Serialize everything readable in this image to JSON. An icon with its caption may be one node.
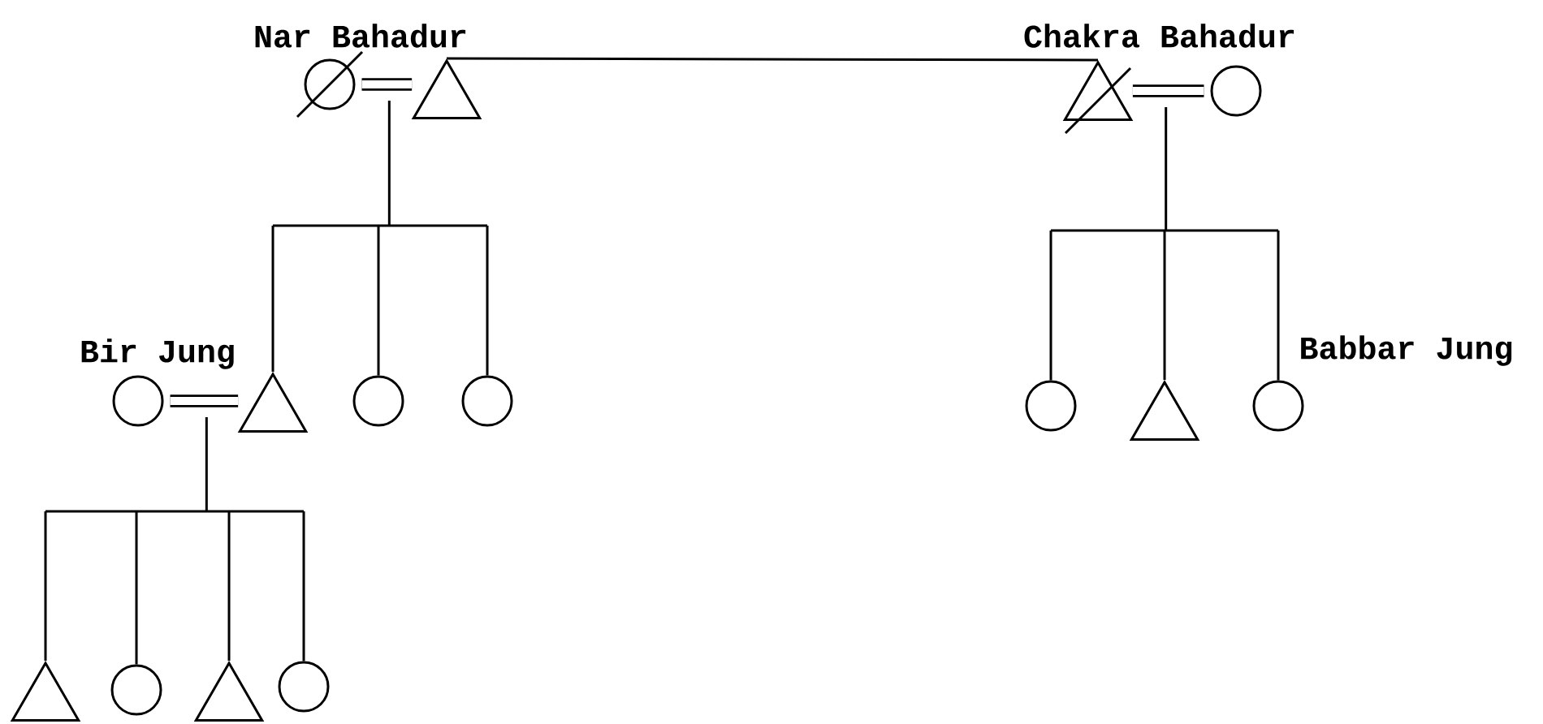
{
  "diagram": {
    "nodes": [
      {
        "text": [],
        "shape": "circle"
      },
      {
        "text": [
          "Nar Bahadur"
        ]
      },
      {
        "text": [
          "Chakra Bahadur"
        ]
      },
      {
        "text": [],
        "shape": "circle"
      },
      {
        "text": [],
        "shape": "circle"
      },
      {
        "text": [
          "Bir Jung"
        ]
      },
      {
        "text": [],
        "shape": "circle"
      },
      {
        "text": [],
        "shape": "circle"
      },
      {
        "text": [],
        "shape": "circle"
      },
      {
        "text": [],
        "shape": "triangle"
      },
      {
        "text": [
          "Babbar Jung"
        ]
      },
      {
        "text": [],
        "shape": "triangle"
      },
      {
        "text": [],
        "shape": "circle"
      },
      {
        "text": [],
        "shape": "triangle"
      },
      {
        "text": [],
        "shape": "circle"
      }
    ],
    "edges": [
      {
        "from": 0,
        "to": 1,
        "arrow": "none",
        "style": "thick"
      },
      {
        "from": 1,
        "to": 2,
        "arrow": "none"
      },
      {
        "from": 2,
        "to": 3,
        "arrow": "none",
        "style": "thick"
      },
      {
        "from": 4,
        "to": 5,
        "arrow": "none",
        "style": "thick"
      },
      {
        "from": 1,
        "to": 5,
        "arrow": "none"
      },
      {
        "from": 1,
        "to": 6,
        "arrow": "none"
      },
      {
        "from": 1,
        "to": 7,
        "arrow": "none"
      },
      {
        "from": 2,
        "to": 8,
        "arrow": "none"
      },
      {
        "from": 2,
        "to": 9,
        "arrow": "none"
      },
      {
        "from": 2,
        "to": 10,
        "arrow": "none"
      },
      {
        "from": 5,
        "to": 11,
        "arrow": "none"
      },
      {
        "from": 5,
        "to": 12,
        "arrow": "none"
      },
      {
        "from": 5,
        "to": 13,
        "arrow": "none"
      },
      {
        "from": 5,
        "to": 14,
        "arrow": "none"
      }
    ]
  }
}
